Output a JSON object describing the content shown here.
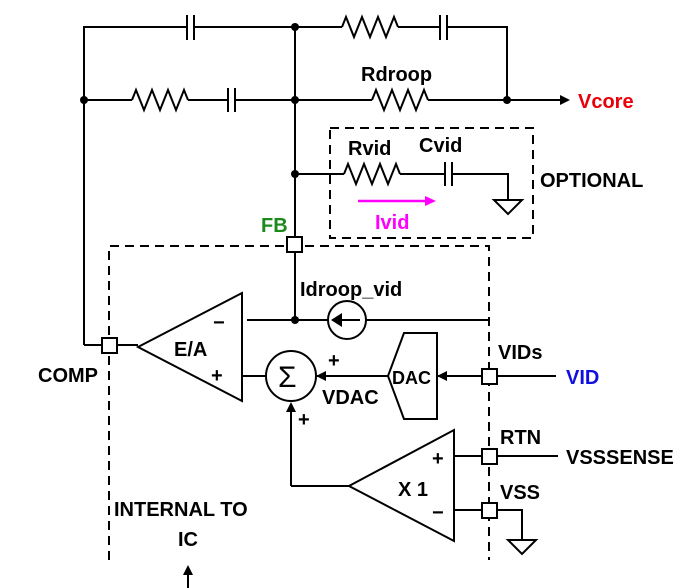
{
  "labels": {
    "rdroop": "Rdroop",
    "vcore": "Vcore",
    "rvid": "Rvid",
    "cvid": "Cvid",
    "optional": "OPTIONAL",
    "ivid": "Ivid",
    "fb": "FB",
    "idroop_vid": "Idroop_vid",
    "ea": "E/A",
    "minus": "−",
    "plus": "+",
    "comp": "COMP",
    "sigma": "Σ",
    "vdac": "VDAC",
    "dac": "DAC",
    "vids": "VIDs",
    "vid": "VID",
    "rtn": "RTN",
    "vsssense": "VSSSENSE",
    "x1": "X 1",
    "vss": "VSS",
    "internal_line1": "INTERNAL TO",
    "internal_line2": "IC"
  },
  "colors": {
    "vcore": "#e8000b",
    "fb": "#1a8a1a",
    "ivid": "#ff00ff",
    "vid": "#1010e0",
    "wire": "#000000"
  }
}
